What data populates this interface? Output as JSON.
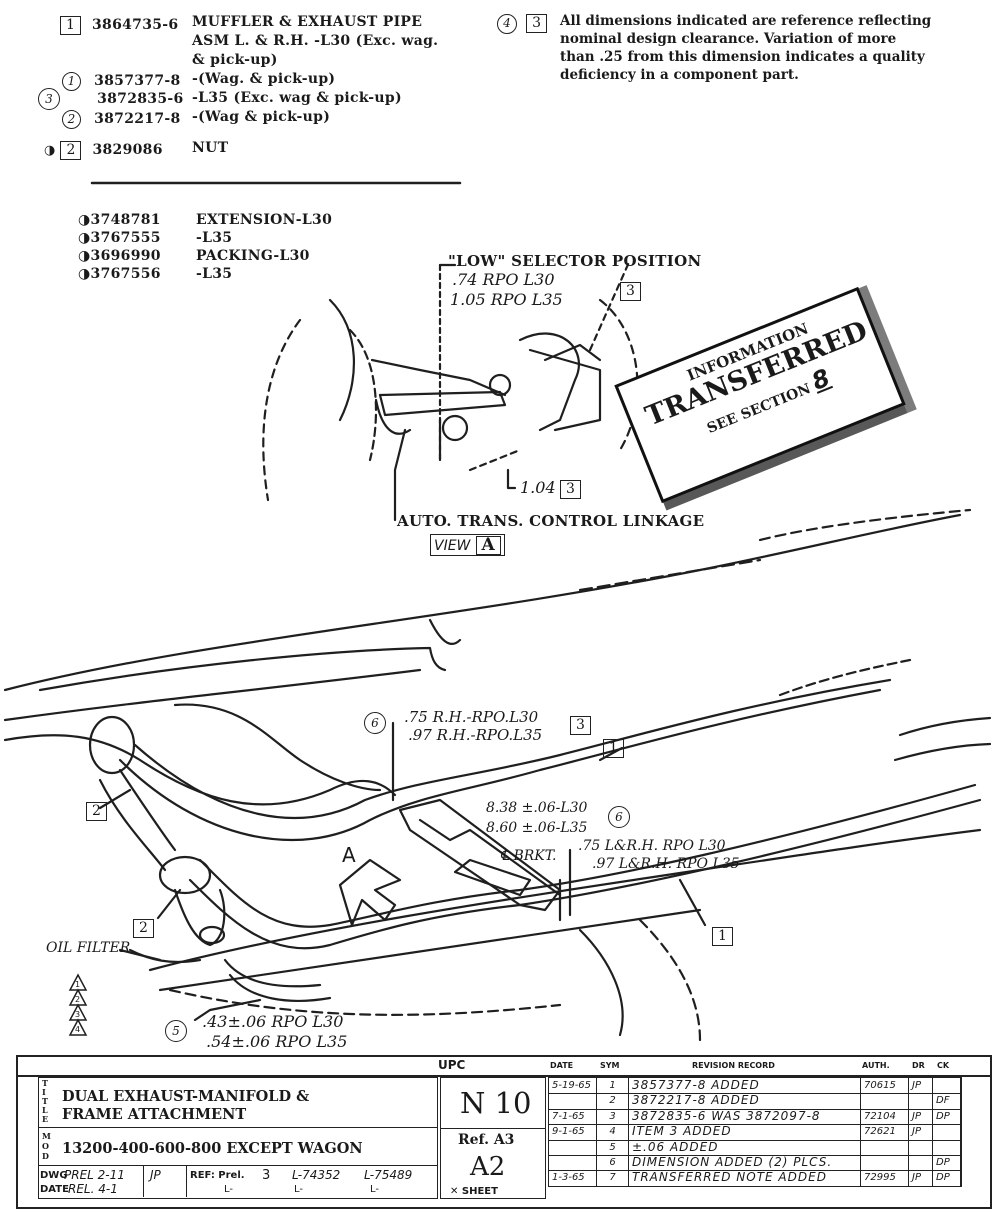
{
  "parts_top": [
    {
      "mark": "1",
      "part": "3864735-6",
      "desc": "MUFFLER & EXHAUST PIPE"
    },
    {
      "mark": "",
      "part": "",
      "desc": "ASM L. & R.H. -L30 (Exc. wag."
    },
    {
      "mark": "",
      "part": "",
      "desc": "& pick-up)"
    },
    {
      "mark": "1",
      "part": "3857377-8",
      "desc": "-(Wag. & pick-up)"
    },
    {
      "mark": "3",
      "part": "3872835-6",
      "desc": "-L35 (Exc. wag & pick-up)"
    },
    {
      "mark": "2",
      "part": "3872217-8",
      "desc": "-(Wag & pick-up)"
    },
    {
      "mark": "2",
      "part": "3829086",
      "desc": "NUT"
    }
  ],
  "parts_bottom": [
    {
      "part": "3748781",
      "desc": "EXTENSION-L30"
    },
    {
      "part": "3767555",
      "desc": "-L35"
    },
    {
      "part": "3696990",
      "desc": "PACKING-L30"
    },
    {
      "part": "3767556",
      "desc": "-L35"
    }
  ],
  "note": {
    "circle": "4",
    "box": "3",
    "lines": [
      "All dimensions indicated are reference reflecting",
      "nominal design clearance. Variation of more",
      "than .25 from this dimension indicates a quality",
      "deficiency in a component part."
    ]
  },
  "view_a": {
    "selector": "\"LOW\" SELECTOR POSITION",
    "dim1": ".74 RPO L30",
    "dim2": "1.05 RPO L35",
    "dim3": "1.04",
    "box": "3",
    "linkage": "AUTO. TRANS. CONTROL LINKAGE",
    "view": "VIEW",
    "view_letter": "A"
  },
  "stamp": {
    "line1": "INFORMATION",
    "line2": "TRANSFERRED",
    "line3": "SEE SECTION",
    "section": "8"
  },
  "callouts": {
    "c6a": "6",
    "d1": ".75 R.H.-RPO.L30",
    "d2": ".97 R.H.-RPO.L35",
    "b3": "3",
    "b1a": "1",
    "d3": "8.38 ±.06-L30",
    "d4": "8.60 ±.06-L35",
    "c6b": "6",
    "brkt": "℄ BRKT.",
    "d5": ".75 L&R.H. RPO L30",
    "d6": ".97 L&R.H. RPO L35",
    "b1b": "1",
    "b2a": "2",
    "b2b": "2",
    "arrowA": "A",
    "oil": "OIL FILTER",
    "c5": "5",
    "d7": ".43±.06 RPO L30",
    "d8": ".54±.06 RPO L35",
    "deltas": [
      "1",
      "2",
      "3",
      "4"
    ]
  },
  "title_block": {
    "title1": "DUAL EXHAUST-MANIFOLD &",
    "title2": "FRAME ATTACHMENT",
    "model": "13200-400-600-800 EXCEPT WAGON",
    "title_side": "TITLE",
    "mod_side": "MOD",
    "dwg_label": "DWG",
    "dwg_val": "PREL 2-11",
    "dwg_init": "JP",
    "date_label": "DATE",
    "date_val": "REL. 4-1",
    "ref_label": "REF: Prel.",
    "ref_num": "3",
    "ref_a": "L-74352",
    "ref_b": "L-75489",
    "ref_l1": "L-",
    "ref_l2": "L-",
    "ref_l3": "L-",
    "upc_label": "UPC",
    "upc": "N 10",
    "ref_a3": "Ref. A3",
    "ref_code": "A2",
    "sheet": "SHEET",
    "rev_headers": [
      "DATE",
      "SYM",
      "REVISION RECORD",
      "AUTH.",
      "DR",
      "CK"
    ],
    "revisions": [
      {
        "date": "5-19-65",
        "sym": "1",
        "rec": "3857377-8 ADDED",
        "auth": "70615",
        "dr": "JP",
        "ck": ""
      },
      {
        "date": "",
        "sym": "2",
        "rec": "3872217-8 ADDED",
        "auth": "",
        "dr": "",
        "ck": "DF"
      },
      {
        "date": "7-1-65",
        "sym": "3",
        "rec": "3872835-6 WAS 3872097-8",
        "auth": "72104",
        "dr": "JP",
        "ck": "DP"
      },
      {
        "date": "9-1-65",
        "sym": "4",
        "rec": "ITEM 3 ADDED",
        "auth": "72621",
        "dr": "JP",
        "ck": ""
      },
      {
        "date": "",
        "sym": "5",
        "rec": "±.06 ADDED",
        "auth": "",
        "dr": "",
        "ck": ""
      },
      {
        "date": "",
        "sym": "6",
        "rec": "DIMENSION ADDED (2) PLCS.",
        "auth": "",
        "dr": "",
        "ck": "DP"
      },
      {
        "date": "1-3-65",
        "sym": "7",
        "rec": "TRANSFERRED NOTE ADDED",
        "auth": "72995",
        "dr": "JP",
        "ck": "DP"
      }
    ]
  }
}
